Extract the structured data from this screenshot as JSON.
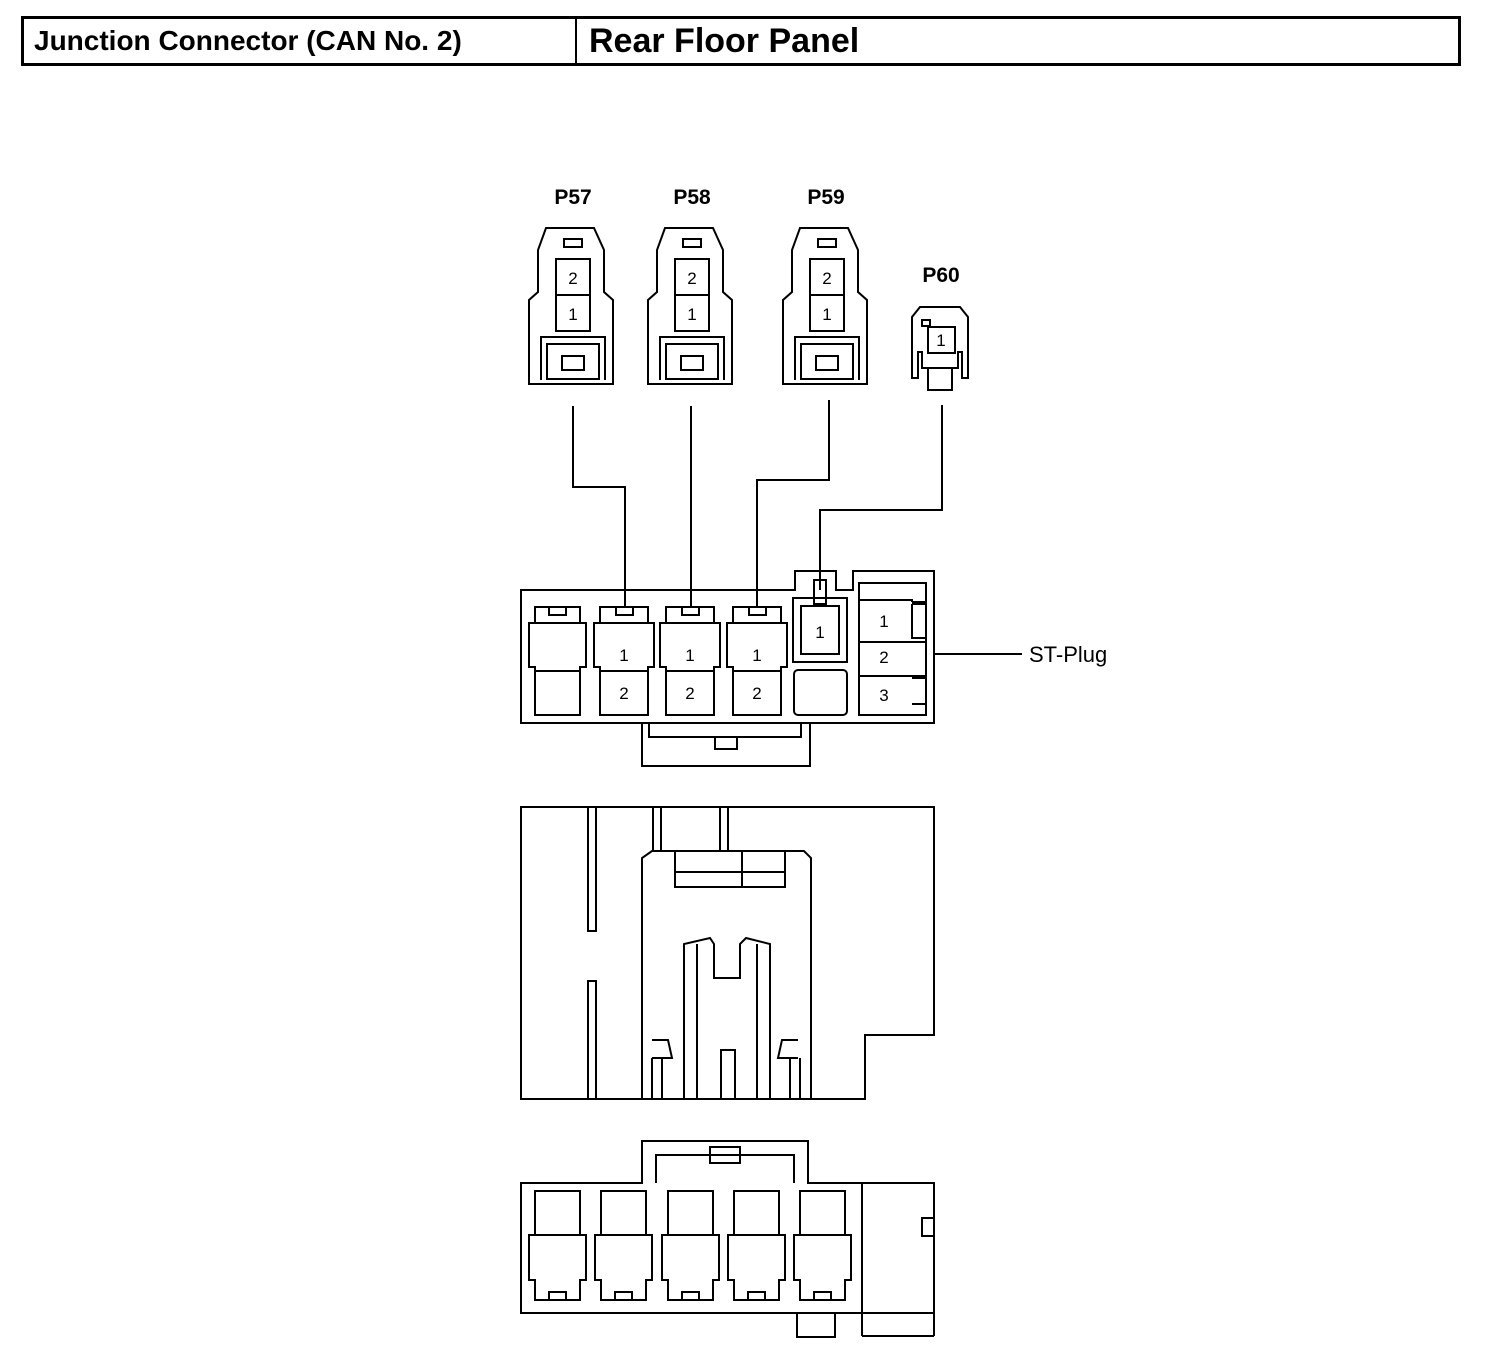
{
  "header": {
    "component": "Junction Connector (CAN No. 2)",
    "location": "Rear Floor Panel"
  },
  "connectors": {
    "p57": {
      "label": "P57",
      "pins": [
        "2",
        "1"
      ]
    },
    "p58": {
      "label": "P58",
      "pins": [
        "2",
        "1"
      ]
    },
    "p59": {
      "label": "P59",
      "pins": [
        "2",
        "1"
      ]
    },
    "p60": {
      "label": "P60",
      "pins": [
        "1"
      ]
    }
  },
  "junction_block": {
    "slot1_pins": [
      "1",
      "2"
    ],
    "slot2_pins": [
      "1",
      "2"
    ],
    "slot3_pins": [
      "1",
      "2"
    ],
    "single_pin": "1",
    "st_plug_pins": [
      "1",
      "2",
      "3"
    ],
    "st_plug_label": "ST-Plug"
  }
}
